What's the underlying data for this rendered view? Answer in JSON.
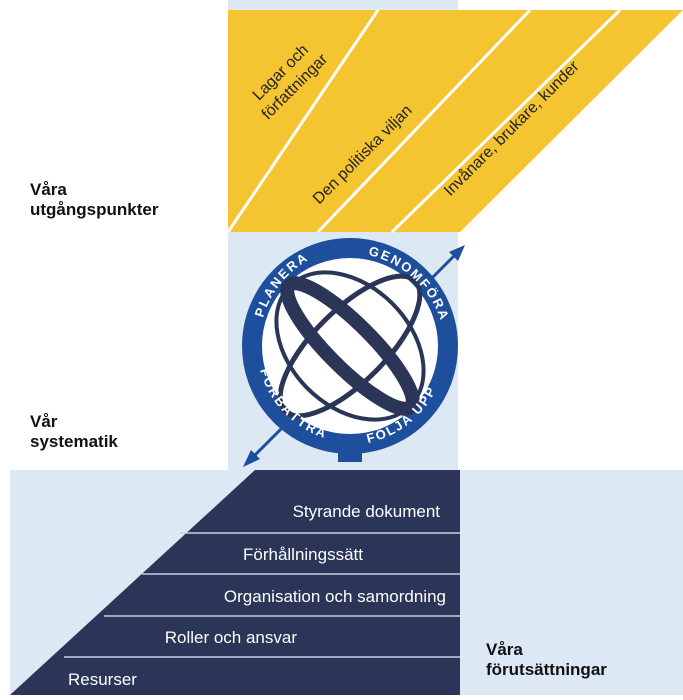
{
  "labels": {
    "starting_points": "Våra\nutgångspunkter",
    "systematics": "Vår\nsystematik",
    "prerequisites": "Våra\nförutsättningar"
  },
  "yellow_bands": [
    "Lagar och\nförfattningar",
    "Den politiska viljan",
    "Invånare, brukare, kunder"
  ],
  "ring_words": {
    "planera": "PLANERA",
    "genomfora": "GENOMFÖRA",
    "folja_upp": "FÖLJA UPP",
    "forbattra": "FÖRBÄTTRA"
  },
  "steps": [
    "Styrande dokument",
    "Förhållningssätt",
    "Organisation och samordning",
    "Roller och ansvar",
    "Resurser"
  ],
  "colors": {
    "yellow": "#f5c431",
    "light_blue": "#dce8f4",
    "navy": "#2a3558",
    "ring_blue": "#1e4f9c",
    "white": "#ffffff"
  }
}
